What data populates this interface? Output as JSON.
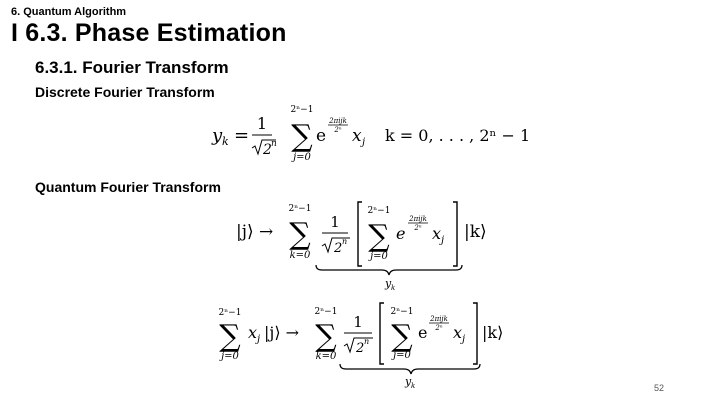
{
  "chapter": "6. Quantum Algorithm",
  "title": "I 6.3. Phase Estimation",
  "subsection": "6.3.1. Fourier Transform",
  "dft_label": "Discrete Fourier Transform",
  "qft_label": "Quantum Fourier Transform",
  "page_number": "52",
  "eq_dft": {
    "lhs": "y",
    "lhs_sub": "k",
    "eq": "=",
    "num": "1",
    "den": "2",
    "den_sup": "n",
    "sum_top": "2ⁿ−1",
    "sum_bottom": "j=0",
    "exp_base": "e",
    "exp_num": "2πijk",
    "exp_den": "2ⁿ",
    "x": "x",
    "x_sub": "j",
    "range": "k = 0, . . . , 2ⁿ − 1"
  },
  "eq_qft1": {
    "ket_in": "|j⟩ →",
    "sum_top": "2ⁿ−1",
    "sum_bottom": "k=0",
    "num": "1",
    "den": "2",
    "den_sup": "n",
    "inner_top": "2ⁿ−1",
    "inner_bottom": "j=0",
    "exp_base": "e",
    "exp_num": "2πijk",
    "exp_den": "2ⁿ",
    "x": "x",
    "x_sub": "j",
    "ket_out": "|k⟩",
    "brace_label": "y",
    "brace_sub": "k"
  },
  "eq_qft2": {
    "sum_top": "2ⁿ−1",
    "sum_bottom": "j=0",
    "lhs": "x",
    "lhs_sub": "j",
    "ket_in": "|j⟩ →",
    "sum2_top": "2ⁿ−1",
    "sum2_bottom": "k=0",
    "num": "1",
    "den": "2",
    "den_sup": "n",
    "inner_top": "2ⁿ−1",
    "inner_bottom": "j=0",
    "exp_base": "e",
    "exp_num": "2πijk",
    "exp_den": "2ⁿ",
    "x": "x",
    "x_sub": "j",
    "ket_out": "|k⟩",
    "brace_label": "y",
    "brace_sub": "k"
  }
}
